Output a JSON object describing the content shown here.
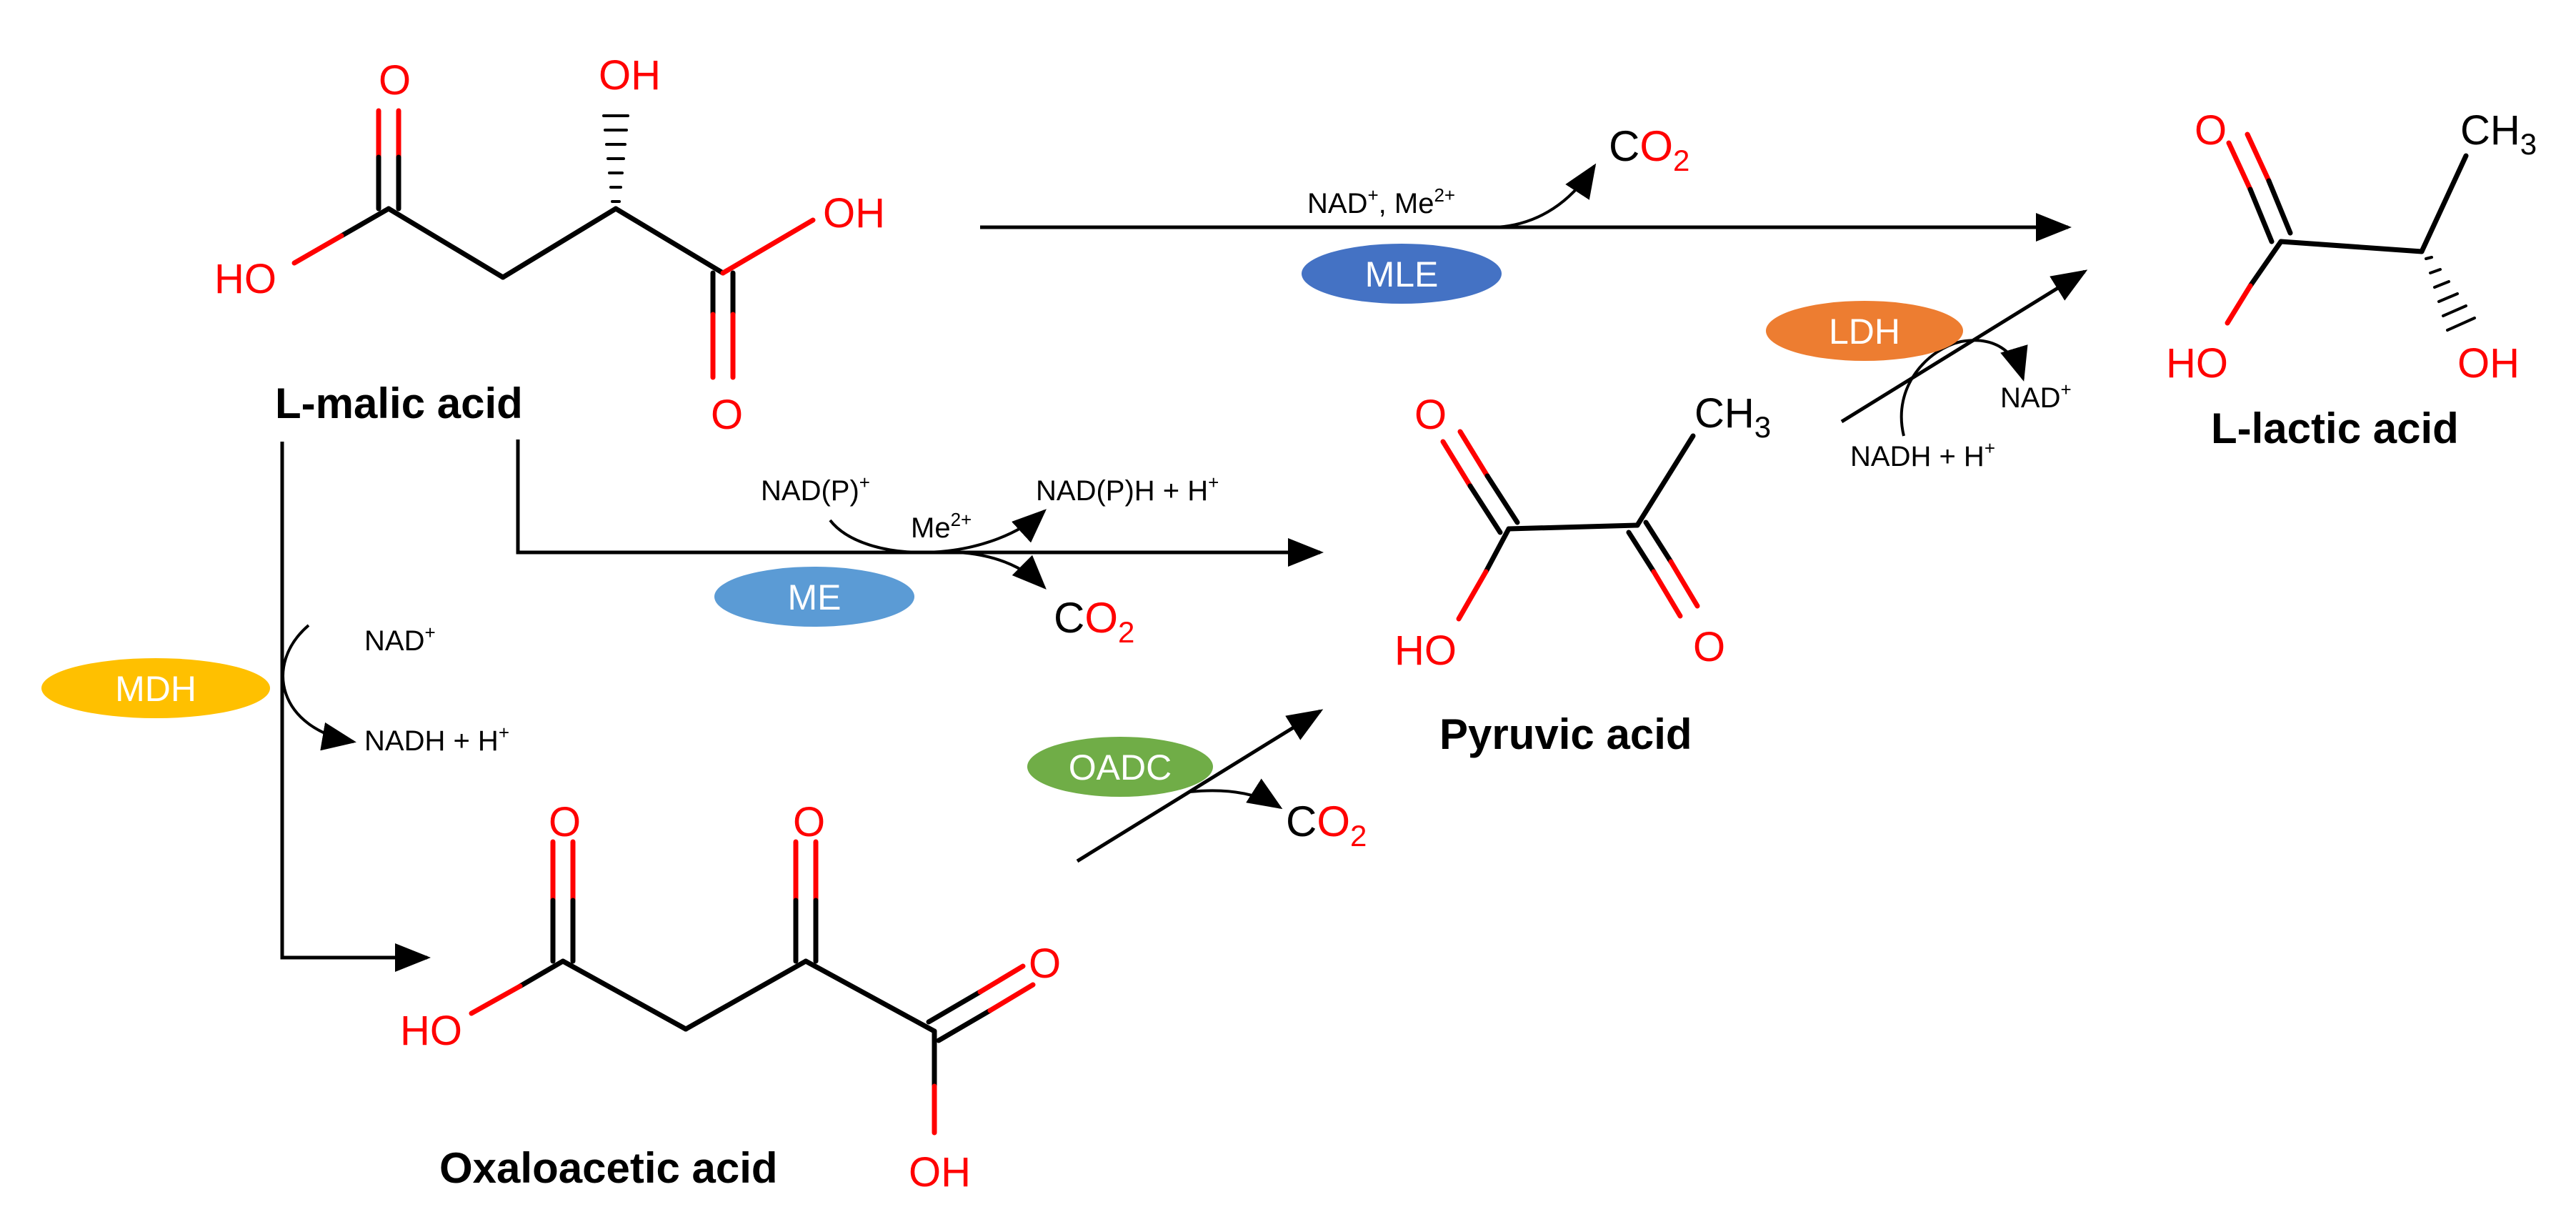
{
  "compounds": {
    "malic": "L-malic acid",
    "lactic": "L-lactic acid",
    "pyruvic": "Pyruvic acid",
    "oxaloacetic": "Oxaloacetic acid"
  },
  "atoms": {
    "o": "O",
    "oh": "OH",
    "ho": "HO",
    "ch": "CH",
    "three": "3",
    "co_c": "C",
    "co_o": "O",
    "co_two": "2"
  },
  "enzymes": {
    "mle": {
      "label": "MLE",
      "color": "#4472c4"
    },
    "me": {
      "label": "ME",
      "color": "#5b9bd5"
    },
    "mdh": {
      "label": "MDH",
      "color": "#ffc000"
    },
    "oadc": {
      "label": "OADC",
      "color": "#70ad47"
    },
    "ldh": {
      "label": "LDH",
      "color": "#ed7d31"
    }
  },
  "cofactors": {
    "mle_nad": "NAD",
    "mle_sep": ", Me",
    "me_nadp": "NAD(P)",
    "me_nadph": "NAD(P)H + H",
    "me_me": "Me",
    "mdh_nad": "NAD",
    "mdh_nadh": "NADH + H",
    "ldh_nad": "NAD",
    "ldh_nadh": "NADH + H",
    "plus": "+",
    "two_plus": "2+"
  }
}
